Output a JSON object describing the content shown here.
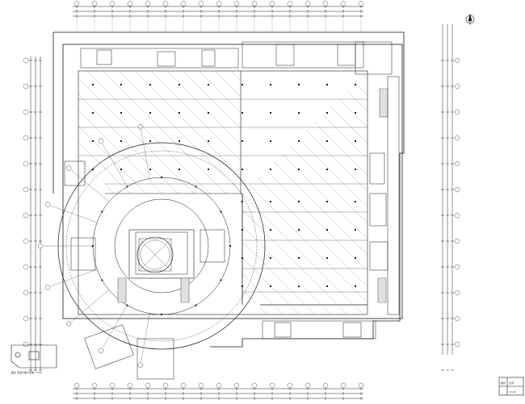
{
  "drawing": {
    "north_symbol": "north-arrow-icon",
    "line_color": "#1a1a1a",
    "hatch_color": "#8a8a8a",
    "background": "#ffffff"
  },
  "title_block": {
    "cells": [
      "图名",
      "比例",
      "",
      "1:100"
    ]
  },
  "key_plan": {
    "caption": "图名 首层平面示意图 1:100"
  },
  "column_grid": {
    "top_labels": [
      "",
      "",
      "",
      "",
      "",
      "",
      "",
      "",
      "",
      "",
      "",
      "",
      "",
      "",
      "",
      "",
      "",
      ""
    ],
    "left_labels": [
      "",
      "",
      "",
      "",
      "",
      "",
      "",
      "",
      "",
      "",
      "",
      ""
    ],
    "right_labels": [
      "",
      "",
      "",
      "",
      "",
      "",
      "",
      "",
      "",
      "",
      "",
      ""
    ]
  }
}
